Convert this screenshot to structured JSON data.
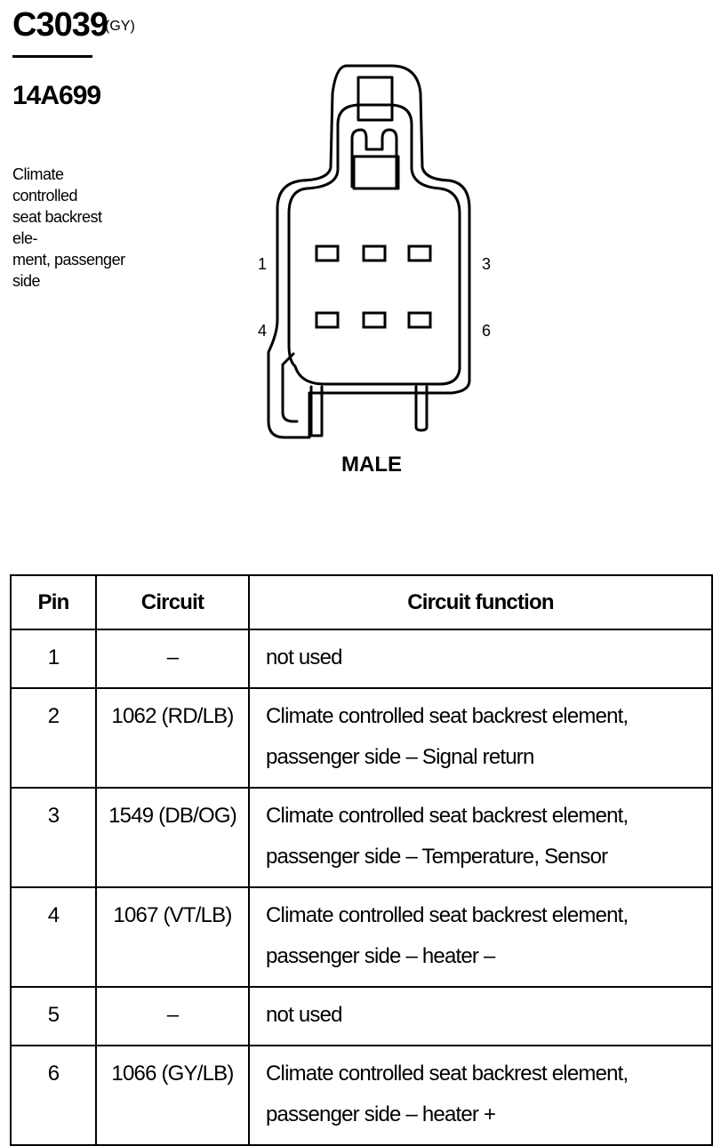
{
  "header": {
    "connector_id": "C3039",
    "connector_color": "(GY)",
    "part_number": "14A699",
    "description": "Climate controlled seat backrest ele-ment, passenger side"
  },
  "description_lines": [
    "Climate controlled",
    "seat backrest ele-",
    "ment, passenger",
    "side"
  ],
  "diagram": {
    "view_label": "MALE",
    "pin_labels": {
      "pin_1": "1",
      "pin_3": "3",
      "pin_4": "4",
      "pin_6": "6"
    }
  },
  "table": {
    "headers": [
      "Pin",
      "Circuit",
      "Circuit function"
    ],
    "rows": [
      {
        "pin": "1",
        "circuit": "–",
        "function": "not used"
      },
      {
        "pin": "2",
        "circuit": "1062 (RD/LB)",
        "function": "Climate controlled seat backrest element, passenger side – Signal return"
      },
      {
        "pin": "3",
        "circuit": "1549 (DB/OG)",
        "function": "Climate controlled seat backrest element, passenger side – Temperature, Sensor"
      },
      {
        "pin": "4",
        "circuit": "1067 (VT/LB)",
        "function": "Climate controlled seat backrest element, passenger side – heater –"
      },
      {
        "pin": "5",
        "circuit": "–",
        "function": "not used"
      },
      {
        "pin": "6",
        "circuit": "1066 (GY/LB)",
        "function": "Climate controlled seat backrest element, passenger side – heater +"
      }
    ]
  }
}
